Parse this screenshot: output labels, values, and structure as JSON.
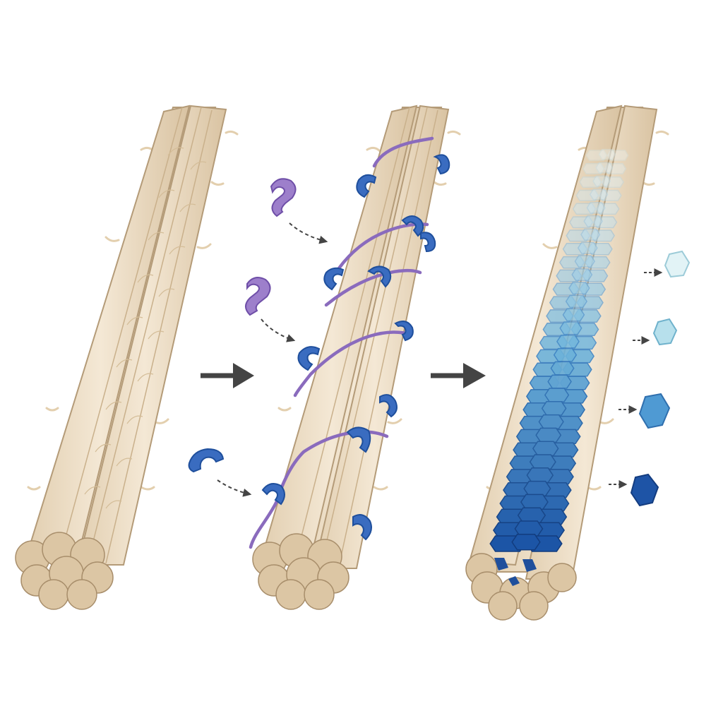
{
  "diagram": {
    "title": "",
    "labels": [],
    "stages": [
      {
        "name": "bare-fiber-bundle",
        "elements": [
          "fiber-bundle"
        ]
      },
      {
        "name": "binding",
        "elements": [
          "fiber-bundle",
          "purple-binder-molecules",
          "blue-binder-molecules",
          "helical-strand"
        ]
      },
      {
        "name": "assembled-coating",
        "elements": [
          "fiber-bundle",
          "stacked-blue-crystal-core",
          "detached-crystals"
        ]
      }
    ],
    "arrows": [
      {
        "name": "stage-arrow-1",
        "from": "bare-fiber-bundle",
        "to": "binding"
      },
      {
        "name": "stage-arrow-2",
        "from": "binding",
        "to": "assembled-coating"
      }
    ],
    "colors": {
      "fiber_fill": "#ead9bf",
      "fiber_stroke": "#b49b78",
      "purple": "#8a6bbd",
      "blue_dark": "#1f4f9c",
      "blue_mid": "#3f86c6",
      "blue_light": "#bfe3ee",
      "arrow": "#444444"
    }
  }
}
